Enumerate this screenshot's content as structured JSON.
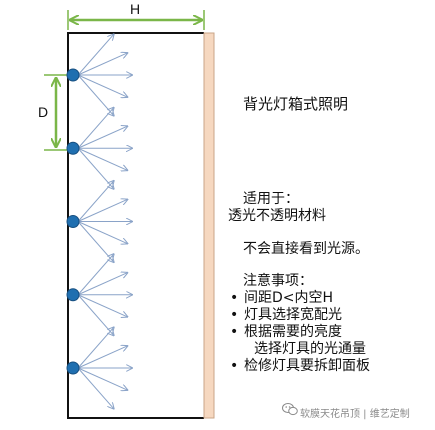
{
  "labels": {
    "h": "H",
    "d": "D"
  },
  "text": {
    "title": "背光灯箱式照明",
    "applies_heading": "适用于：",
    "applies_body": "透光不透明材料",
    "note_direct": "不会直接看到光源。",
    "notes_heading": "注意事项：",
    "notes": [
      {
        "bullet": "•",
        "text": "间距D<内空H"
      },
      {
        "bullet": "•",
        "text": "灯具选择宽配光"
      },
      {
        "bullet": "•",
        "text": "根据需要的亮度"
      },
      {
        "bullet": "",
        "text": "选择灯具的光通量"
      },
      {
        "bullet": "•",
        "text": "检修灯具要拆卸面板"
      }
    ],
    "watermark": "软膜天花吊顶 | 维艺定制"
  },
  "colors": {
    "frame": "#111111",
    "dimension": "#7ab648",
    "panel_fill": "#f6d8c0",
    "panel_stroke": "#c9a587",
    "light_fill": "#1f6fb0",
    "light_stroke": "#174f80",
    "ray": "#8aa3c8"
  },
  "light_count": 5,
  "watermark_icon": "wechat-icon"
}
